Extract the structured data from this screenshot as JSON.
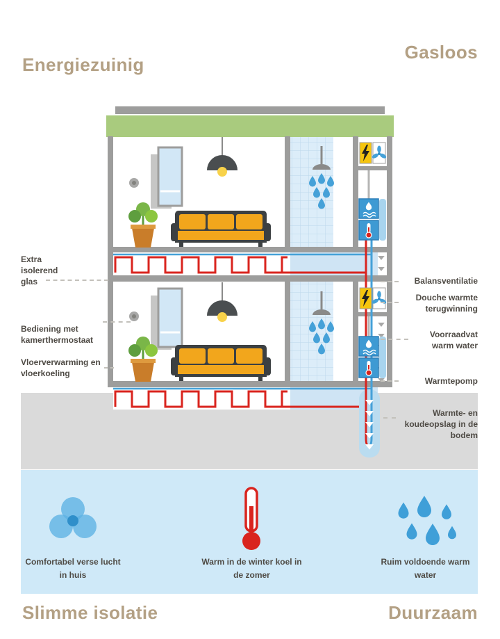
{
  "colors": {
    "heading": "#b3a084",
    "label_text": "#4f4b45",
    "roof_green": "#a9cb7e",
    "wall_gray": "#9d9d9c",
    "water_blue": "#45a1d8",
    "heating_red": "#d9241e",
    "sofa_orange": "#f2a61c",
    "panel_yellow": "#f6c50e",
    "ground_gray": "#dadada",
    "band_blue": "#cfe9f8"
  },
  "headings": {
    "top_left": "Energiezuinig",
    "top_right": "Gasloos",
    "bottom_left": "Slimme isolatie",
    "bottom_right": "Duurzaam"
  },
  "left_labels": [
    {
      "text": "Extra isolerend glas"
    },
    {
      "text": "Bediening met kamerthermostaat"
    },
    {
      "text": "Vloerverwarming en vloerkoeling"
    }
  ],
  "right_labels": [
    {
      "text": "Balansventilatie"
    },
    {
      "text": "Douche warmte terugwinning"
    },
    {
      "text": "Voorraadvat warm water"
    },
    {
      "text": "Warmtepomp"
    },
    {
      "text": "Warmte- en koudeopslag in de bodem"
    }
  ],
  "features": [
    {
      "icon": "ventilation-fan-icon",
      "caption": "Comfortabel verse lucht in huis"
    },
    {
      "icon": "thermometer-icon",
      "caption": "Warm in de winter koel in de zomer"
    },
    {
      "icon": "water-drops-icon",
      "caption": "Ruim voldoende warm water"
    }
  ],
  "diagram": {
    "elements": [
      "green-roof",
      "insulated-window",
      "room-thermostat",
      "ceiling-lamp",
      "plant",
      "sofa",
      "shower-with-drops",
      "electrical-panel",
      "ventilation-unit",
      "hot-water-tank",
      "heat-pump",
      "floor-heating-loop",
      "ground-source-loop"
    ]
  }
}
